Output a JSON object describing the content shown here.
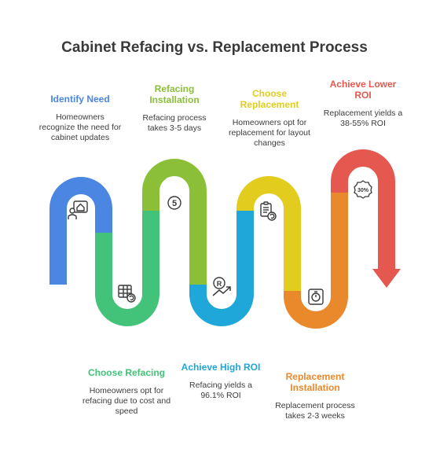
{
  "title": "Cabinet Refacing vs. Replacement Process",
  "colors": {
    "blue": "#4a86e2",
    "green": "#43c27a",
    "olive": "#8bbf38",
    "teal": "#1ea7d8",
    "yellow": "#e2cc1e",
    "orange": "#e9892c",
    "red": "#e4584f",
    "icon_stroke": "#3a3a3a",
    "icon_fill": "#ffffff"
  },
  "steps": [
    {
      "title": "Identify Need",
      "description": "Homeowners recognize the need for cabinet updates",
      "color": "#4a86e2",
      "icon": "house-with-person-icon"
    },
    {
      "title": "Choose Refacing",
      "description": "Homeowners opt for refacing due to cost and speed",
      "color": "#43c27a",
      "icon": "cabinet-refresh-icon"
    },
    {
      "title": "Refacing Installation",
      "description": "Refacing process takes 3-5 days",
      "color": "#8bbf38",
      "icon": "five-days-icon"
    },
    {
      "title": "Achieve High ROI",
      "description": "Refacing yields a 96.1% ROI",
      "color": "#1ea7d8",
      "icon": "roi-growth-icon"
    },
    {
      "title": "Choose Replacement",
      "description": "Homeowners opt for replacement for layout changes",
      "color": "#e2cc1e",
      "icon": "clipboard-refresh-icon"
    },
    {
      "title": "Replacement Installation",
      "description": "Replacement process takes 2-3 weeks",
      "color": "#e9892c",
      "icon": "stopwatch-icon"
    },
    {
      "title": "Achieve Lower ROI",
      "description": "Replacement yields a 38-55% ROI",
      "color": "#e4584f",
      "icon": "thirty-percent-badge-icon"
    }
  ],
  "icon_labels": {
    "five": "5",
    "roi_symbol": "R",
    "percent_badge": "30%"
  }
}
